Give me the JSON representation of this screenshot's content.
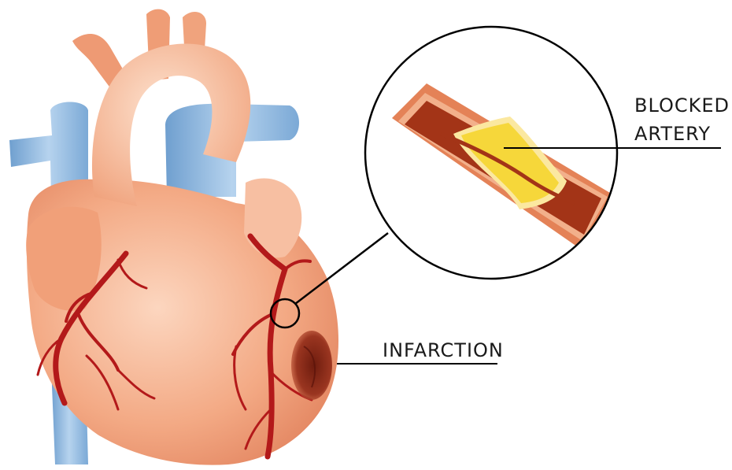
{
  "labels": {
    "blocked_artery_line1": "BLOCKED",
    "blocked_artery_line2": "ARTERY",
    "infarction": "INFARCTION"
  },
  "colors": {
    "heart_skin": "#f2a17c",
    "heart_highlight": "#fbd4bb",
    "vein_blue": "#8fb9dd",
    "artery_red": "#b3191a",
    "artery_wall": "#e07e52",
    "artery_lumen": "#a33417",
    "plaque_yellow": "#f6dd43",
    "infarct_dark": "#8e2d1a",
    "line": "#000000"
  }
}
